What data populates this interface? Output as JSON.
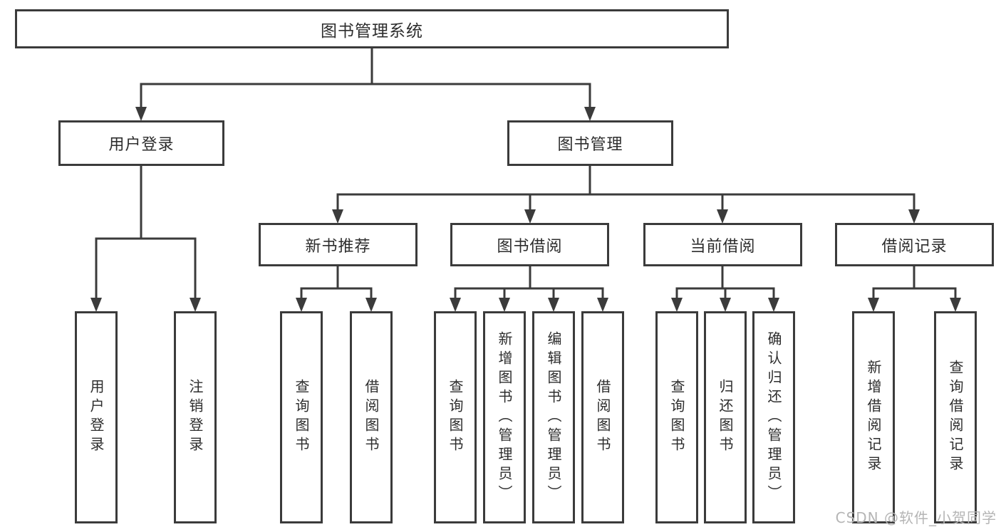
{
  "root": {
    "label": "图书管理系统"
  },
  "level2": [
    {
      "label": "用户登录"
    },
    {
      "label": "图书管理"
    }
  ],
  "level3": [
    {
      "label": "新书推荐"
    },
    {
      "label": "图书借阅"
    },
    {
      "label": "当前借阅"
    },
    {
      "label": "借阅记录"
    }
  ],
  "leaves": {
    "user_login": [
      "用户登录",
      "注销登录"
    ],
    "new_book_recommendation": [
      "查询图书",
      "借阅图书"
    ],
    "book_borrowing": [
      "查询图书",
      "新增图书（管理员）",
      "编辑图书（管理员）",
      "借阅图书"
    ],
    "current_borrowing": [
      "查询图书",
      "归还图书",
      "确认归还（管理员）"
    ],
    "borrowing_records": [
      "新增借阅记录",
      "查询借阅记录"
    ]
  },
  "watermark": {
    "text": "CSDN @软件_小贺同学"
  },
  "colors": {
    "line": "#3b3b3b",
    "text": "#2d2d2d",
    "watermark": "#b5b5b5",
    "background": "#ffffff"
  }
}
